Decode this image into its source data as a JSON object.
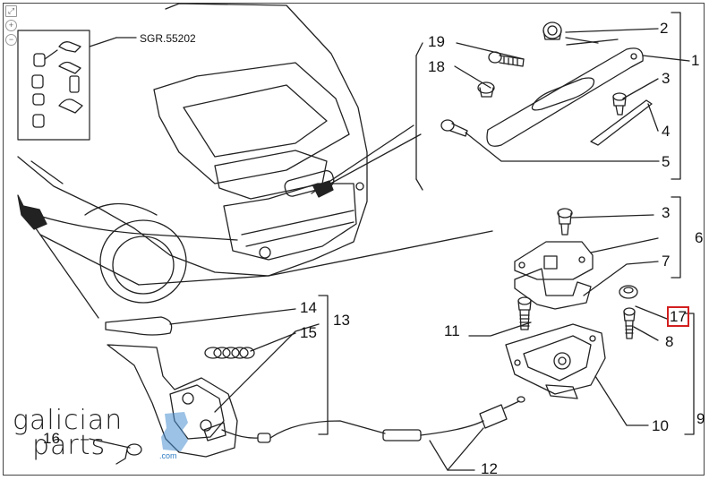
{
  "diagram": {
    "kit_code": "SGR.55202",
    "callouts": [
      {
        "id": "c1",
        "label": "1"
      },
      {
        "id": "c2",
        "label": "2"
      },
      {
        "id": "c3a",
        "label": "3"
      },
      {
        "id": "c4",
        "label": "4"
      },
      {
        "id": "c5",
        "label": "5"
      },
      {
        "id": "c3b",
        "label": "3"
      },
      {
        "id": "c6",
        "label": "6"
      },
      {
        "id": "c7",
        "label": "7"
      },
      {
        "id": "c8",
        "label": "8"
      },
      {
        "id": "c9",
        "label": "9"
      },
      {
        "id": "c10",
        "label": "10"
      },
      {
        "id": "c11",
        "label": "11"
      },
      {
        "id": "c12",
        "label": "12"
      },
      {
        "id": "c13",
        "label": "13"
      },
      {
        "id": "c14",
        "label": "14"
      },
      {
        "id": "c15",
        "label": "15"
      },
      {
        "id": "c16",
        "label": "16"
      },
      {
        "id": "c17",
        "label": "17",
        "highlighted": true
      },
      {
        "id": "c18",
        "label": "18"
      },
      {
        "id": "c19",
        "label": "19"
      }
    ],
    "highlight_color": "#d21f1f"
  },
  "watermark": {
    "line1": "galician",
    "line2": "parts",
    "suffix": ".com",
    "accent_color": "#2b7bc2"
  },
  "viewer": {
    "controls": [
      "fit-icon",
      "zoom-in-icon",
      "zoom-out-icon"
    ]
  }
}
